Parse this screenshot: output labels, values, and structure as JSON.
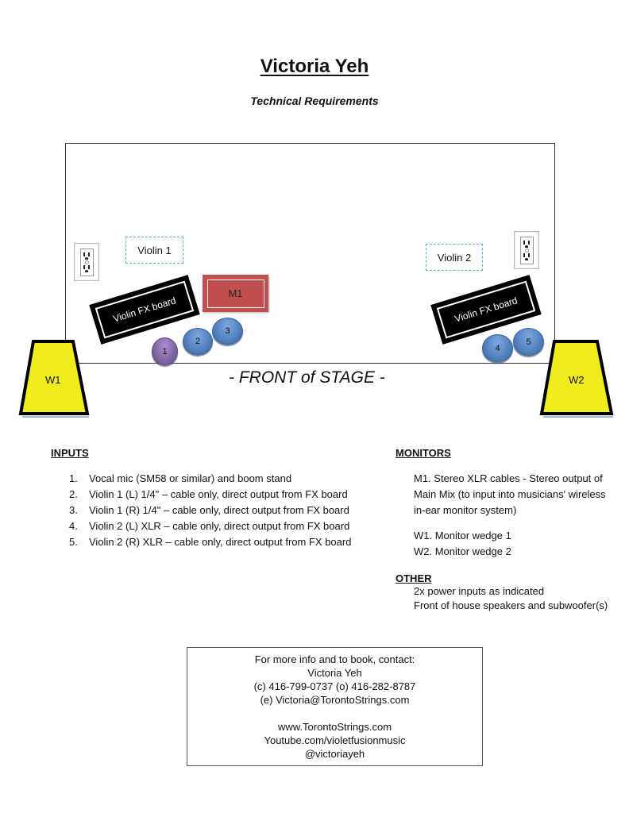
{
  "header": {
    "title": "Victoria Yeh",
    "subtitle": "Technical Requirements"
  },
  "stage": {
    "front_label": "- FRONT of STAGE -",
    "violin_positions": [
      "Violin 1",
      "Violin 2"
    ],
    "fx_boards": [
      "Violin FX board",
      "Violin FX board"
    ],
    "monitor_mix": "M1",
    "inputs": [
      "1",
      "2",
      "3",
      "4",
      "5"
    ],
    "wedges": [
      "W1",
      "W2"
    ],
    "icons": {
      "outlet": "power-outlet-icon"
    },
    "colors": {
      "wedge": "#f2ec1c",
      "m1": "#c0504d",
      "input_blue": "#4f81bd",
      "input_purple": "#8064a2",
      "violin_dash": "#4fb3d3"
    }
  },
  "inputs_section": {
    "heading": "INPUTS",
    "items": [
      {
        "num": "1.",
        "text": "Vocal mic (SM58 or similar) and boom stand"
      },
      {
        "num": "2.",
        "text": "Violin 1 (L) 1/4\" – cable only, direct output from FX board"
      },
      {
        "num": "3.",
        "text": "Violin 1 (R) 1/4\" – cable only, direct output from FX board"
      },
      {
        "num": "4.",
        "text": "Violin 2 (L) XLR – cable only, direct output from FX board"
      },
      {
        "num": "5.",
        "text": "Violin 2 (R) XLR – cable only, direct output from FX board"
      }
    ]
  },
  "monitors_section": {
    "heading": "MONITORS",
    "m1_lines": [
      "M1. Stereo XLR cables - Stereo output of",
      "Main Mix (to input into musicians' wireless",
      "in-ear monitor system)"
    ],
    "wedges": [
      "W1. Monitor wedge 1",
      "W2. Monitor wedge 2"
    ]
  },
  "other_section": {
    "heading": "OTHER",
    "items": [
      "2x power inputs as indicated",
      "Front of house speakers and subwoofer(s)"
    ]
  },
  "contact": {
    "lines": [
      "For more info and to book, contact:",
      "Victoria Yeh",
      "(c) 416-799-0737 (o) 416-282-8787",
      "(e) Victoria@TorontoStrings.com"
    ],
    "links": [
      "www.TorontoStrings.com",
      "Youtube.com/violetfusionmusic",
      "@victoriayeh"
    ]
  }
}
